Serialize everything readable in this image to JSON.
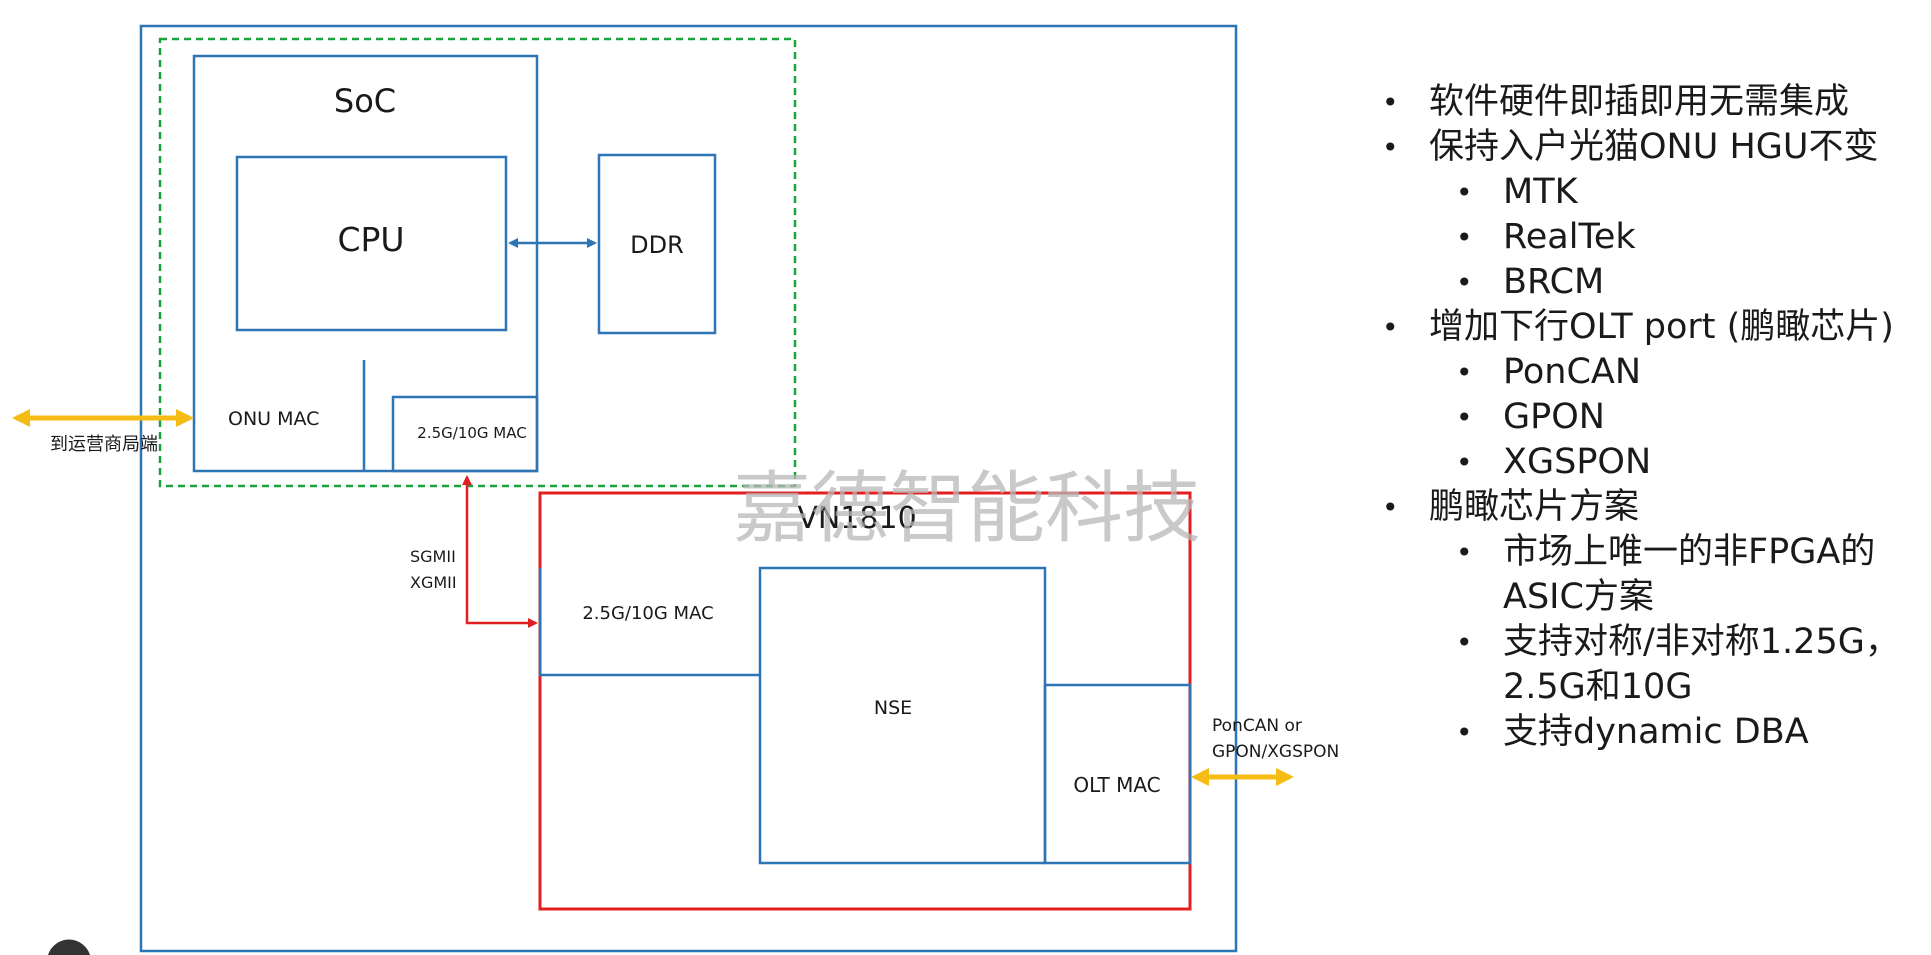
{
  "diagram": {
    "soc_title": "SoC",
    "cpu_label": "CPU",
    "ddr_label": "DDR",
    "onu_mac_label": "ONU MAC",
    "soc_mac_label": "2.5G/10G MAC",
    "left_arrow_label": "到运营商局端",
    "sgmii_label": "SGMII",
    "xgmii_label": "XGMII",
    "chip_title": "VN1810",
    "chip_mac_label": "2.5G/10G MAC",
    "nse_label": "NSE",
    "olt_mac_label": "OLT MAC",
    "right_arrow_label_1": "PonCAN or",
    "right_arrow_label_2": "GPON/XGSPON",
    "watermark": "嘉德智能科技"
  },
  "colors": {
    "blue_box": "#2e75b6",
    "red_box": "#e02020",
    "green_dashed": "#1aa33a",
    "yellow_arrow": "#f5bc13",
    "watermark": "#c0c0c0"
  },
  "bullets": [
    {
      "level": 0,
      "text": "软件硬件即插即用无需集成"
    },
    {
      "level": 0,
      "text": "保持入户光猫ONU HGU不变"
    },
    {
      "level": 1,
      "text": "MTK"
    },
    {
      "level": 1,
      "text": "RealTek"
    },
    {
      "level": 1,
      "text": "BRCM"
    },
    {
      "level": 0,
      "text": "增加下行OLT port (鹏瞰芯片)"
    },
    {
      "level": 1,
      "text": "PonCAN"
    },
    {
      "level": 1,
      "text": "GPON"
    },
    {
      "level": 1,
      "text": "XGSPON"
    },
    {
      "level": 0,
      "text": "鹏瞰芯片方案"
    },
    {
      "level": 1,
      "text": "市场上唯一的非FPGA的ASIC方案"
    },
    {
      "level": 1,
      "text": "支持对称/非对称1.25G，2.5G和10G"
    },
    {
      "level": 1,
      "text": "支持dynamic DBA"
    }
  ]
}
